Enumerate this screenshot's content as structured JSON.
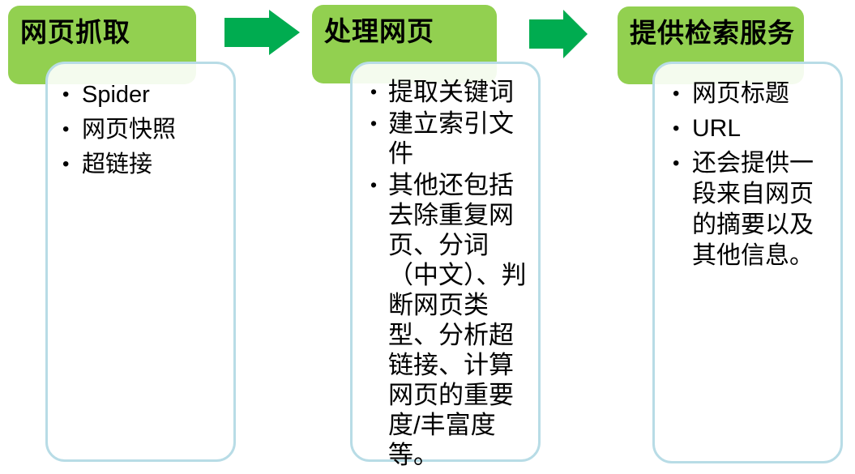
{
  "bullet_char": "•",
  "stages": [
    {
      "header": "网页抓取",
      "bullets": [
        "Spider",
        "网页快照",
        "超链接"
      ]
    },
    {
      "header": "处理网页",
      "bullets": [
        "提取关键词",
        "建立索引文件",
        "其他还包括去除重复网页、分词（中文）、判断网页类型、分析超链接、计算网页的重要度/丰富度等。"
      ]
    },
    {
      "header": "提供检索服务",
      "bullets": [
        "网页标题",
        "URL",
        "还会提供一段来自网页的摘要以及其他信息。"
      ]
    }
  ],
  "icons": {
    "arrow_1": "right-arrow",
    "arrow_2": "right-arrow"
  },
  "colors": {
    "header_fill": "#92D050",
    "arrow_fill": "#00AC50",
    "panel_border": "#B8DCE6",
    "text": "#000000"
  }
}
